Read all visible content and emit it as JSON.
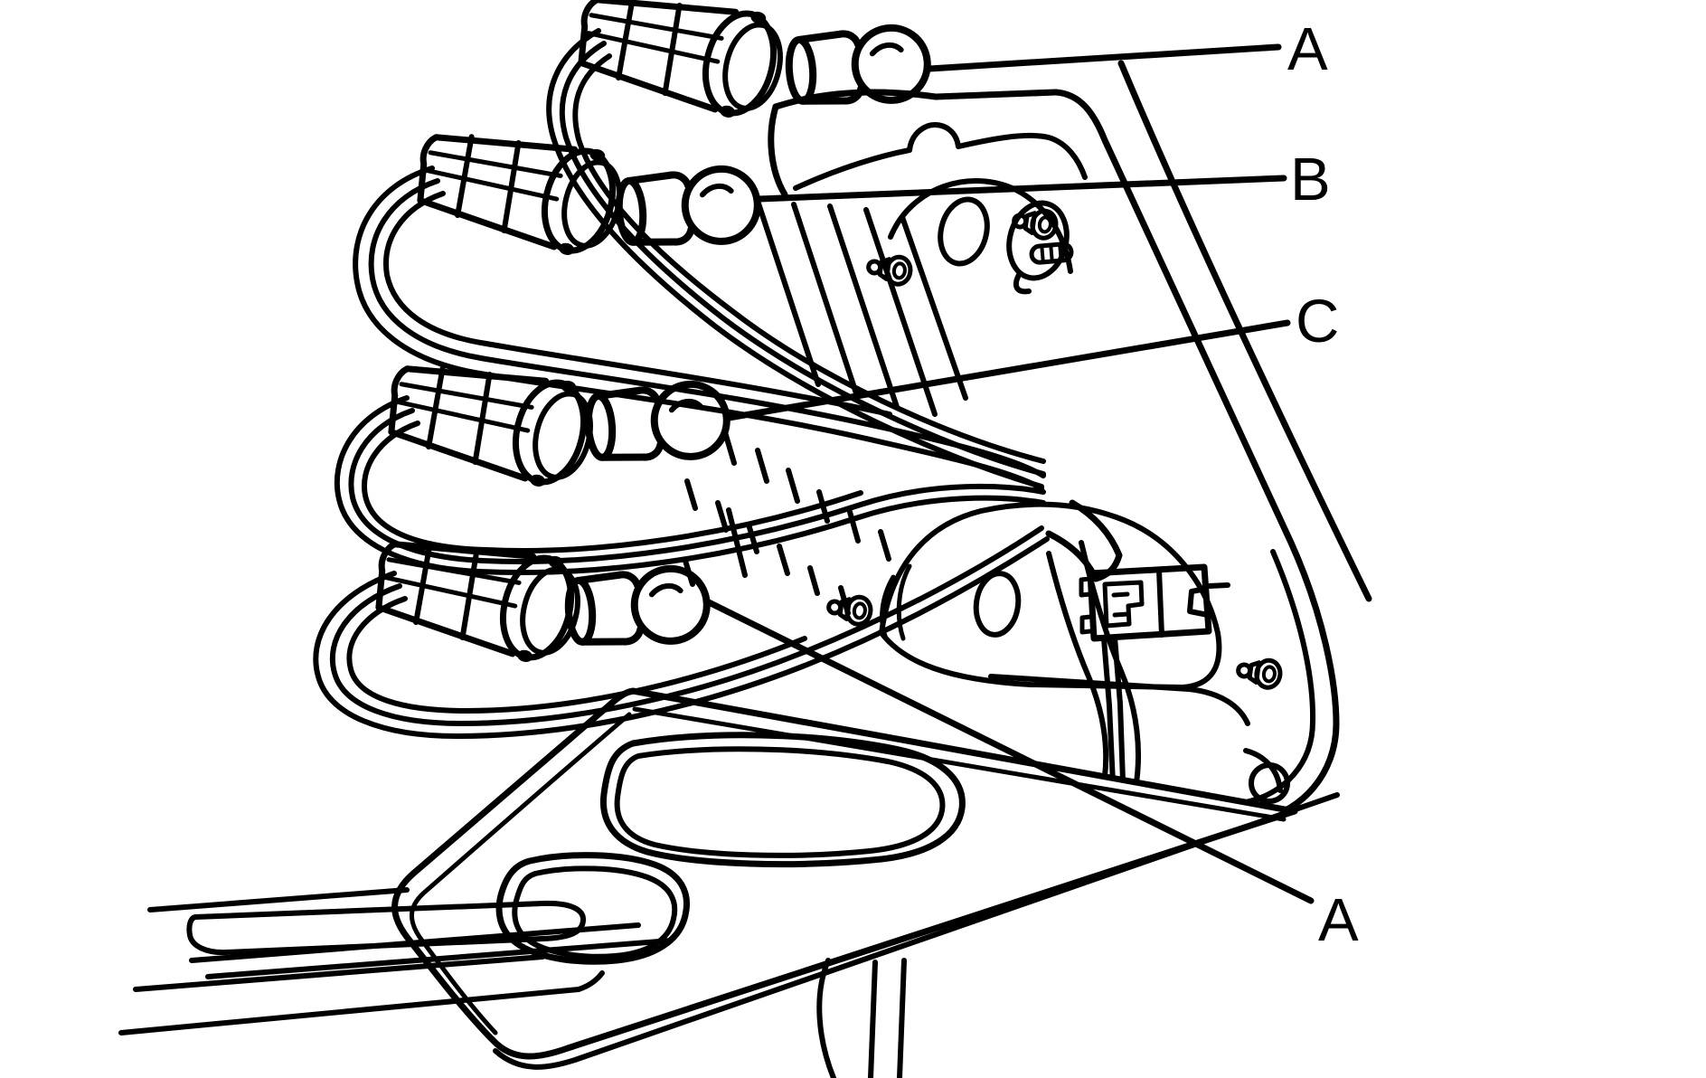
{
  "figure": {
    "background_color": "#ffffff",
    "line_color": "#000000",
    "callouts": [
      {
        "id": "callout-a-top",
        "text": "A"
      },
      {
        "id": "callout-b",
        "text": "B"
      },
      {
        "id": "callout-c",
        "text": "C"
      },
      {
        "id": "callout-a-bottom",
        "text": "A"
      }
    ],
    "components": [
      "tail-lamp-housing",
      "bulb-socket",
      "wedge-bulb",
      "wiring-harness",
      "inline-connector",
      "mounting-screw",
      "trim-panel"
    ]
  }
}
